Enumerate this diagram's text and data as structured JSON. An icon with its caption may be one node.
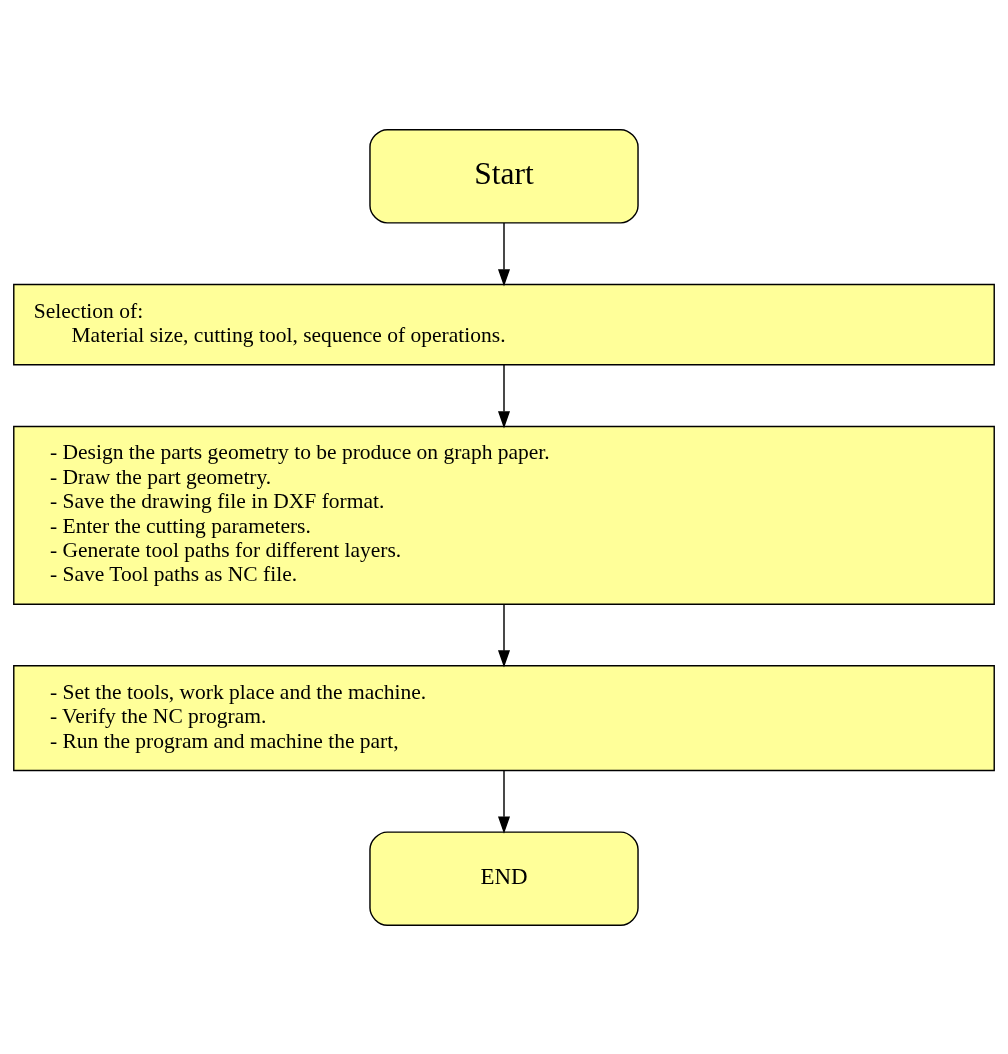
{
  "diagram": {
    "nodes": [
      {
        "text": [
          "Start"
        ]
      },
      {
        "text": [
          "Selection of:",
          "Material size, cutting tool, sequence of operations."
        ]
      },
      {
        "text": [
          "- Design the parts geometry to be produce on graph paper.",
          "- Draw the part geometry.",
          "- Save the drawing file in DXF format.",
          "- Enter the cutting parameters.",
          "- Generate tool paths for different layers.",
          "- Save Tool paths as NC file."
        ]
      },
      {
        "text": [
          "- Set the tools, work place and the machine.",
          "- Verify the NC program.",
          "- Run the program and machine the part,"
        ]
      },
      {
        "text": [
          "END"
        ]
      }
    ],
    "edges": [
      {
        "from": 0,
        "to": 1,
        "arrow": "to"
      },
      {
        "from": 1,
        "to": 2,
        "arrow": "to"
      },
      {
        "from": 2,
        "to": 3,
        "arrow": "to"
      },
      {
        "from": 3,
        "to": 4,
        "arrow": "to"
      }
    ]
  }
}
